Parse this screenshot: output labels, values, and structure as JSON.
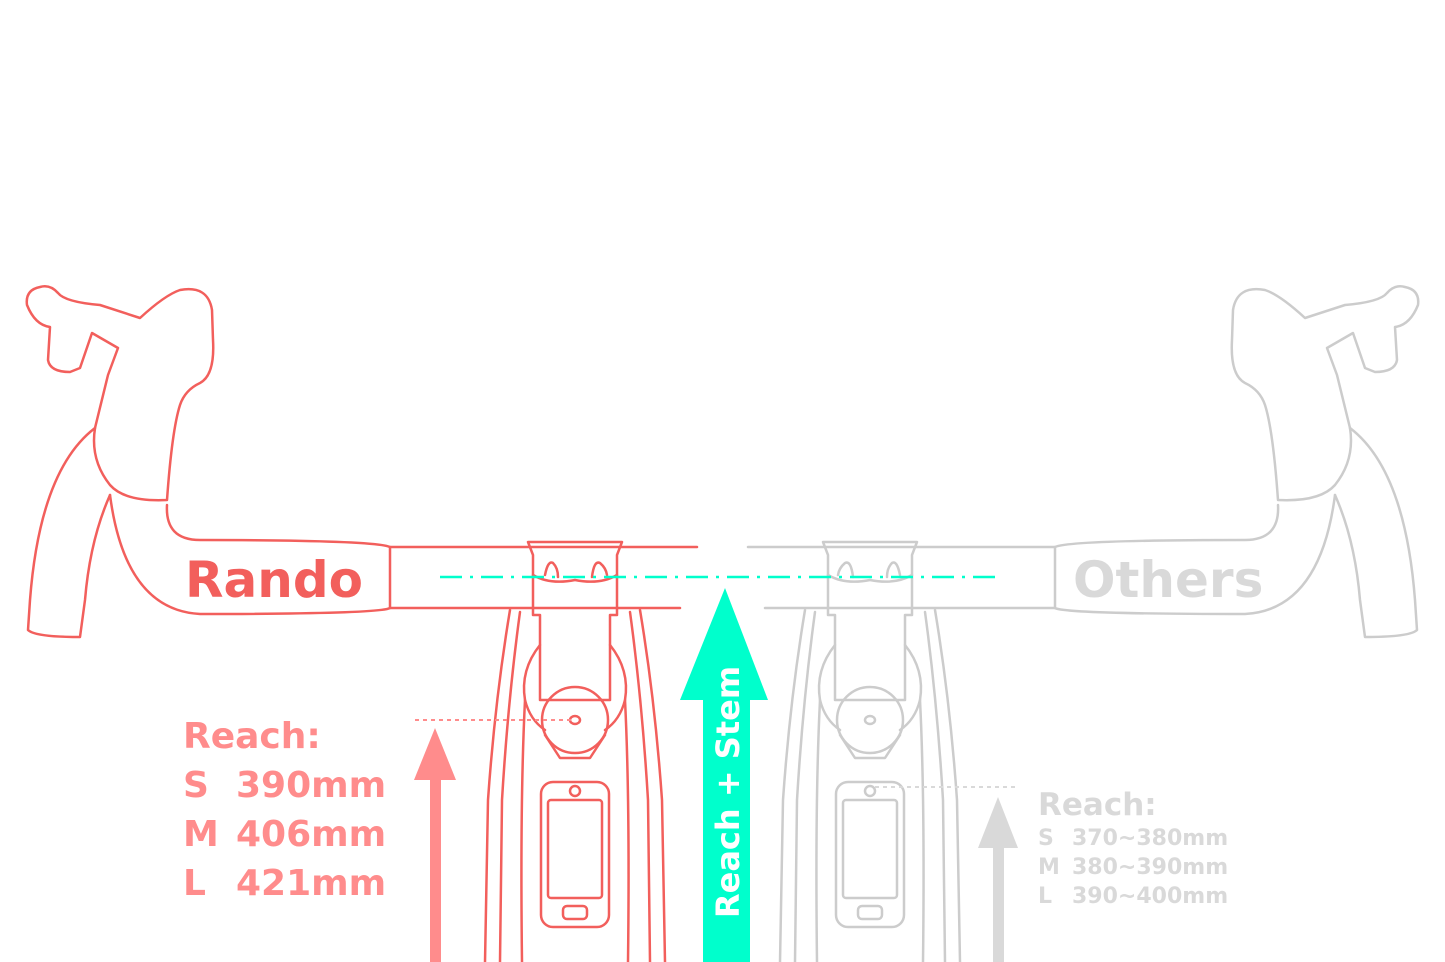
{
  "labels": {
    "rando": "Rando",
    "others": "Others",
    "reach_stem": "Reach + Stem"
  },
  "rando_reach": {
    "title": "Reach:",
    "sizes": [
      {
        "size": "S",
        "value": "390mm"
      },
      {
        "size": "M",
        "value": "406mm"
      },
      {
        "size": "L",
        "value": "421mm"
      }
    ]
  },
  "others_reach": {
    "title": "Reach:",
    "sizes": [
      {
        "size": "S",
        "value": "370~380mm"
      },
      {
        "size": "M",
        "value": "380~390mm"
      },
      {
        "size": "L",
        "value": "390~400mm"
      }
    ]
  },
  "colors": {
    "rando": "#f25f5c",
    "rando_text": "#ff8c8c",
    "others": "#cccccc",
    "others_text": "#d9d9d9",
    "accent": "#00ffcc"
  }
}
